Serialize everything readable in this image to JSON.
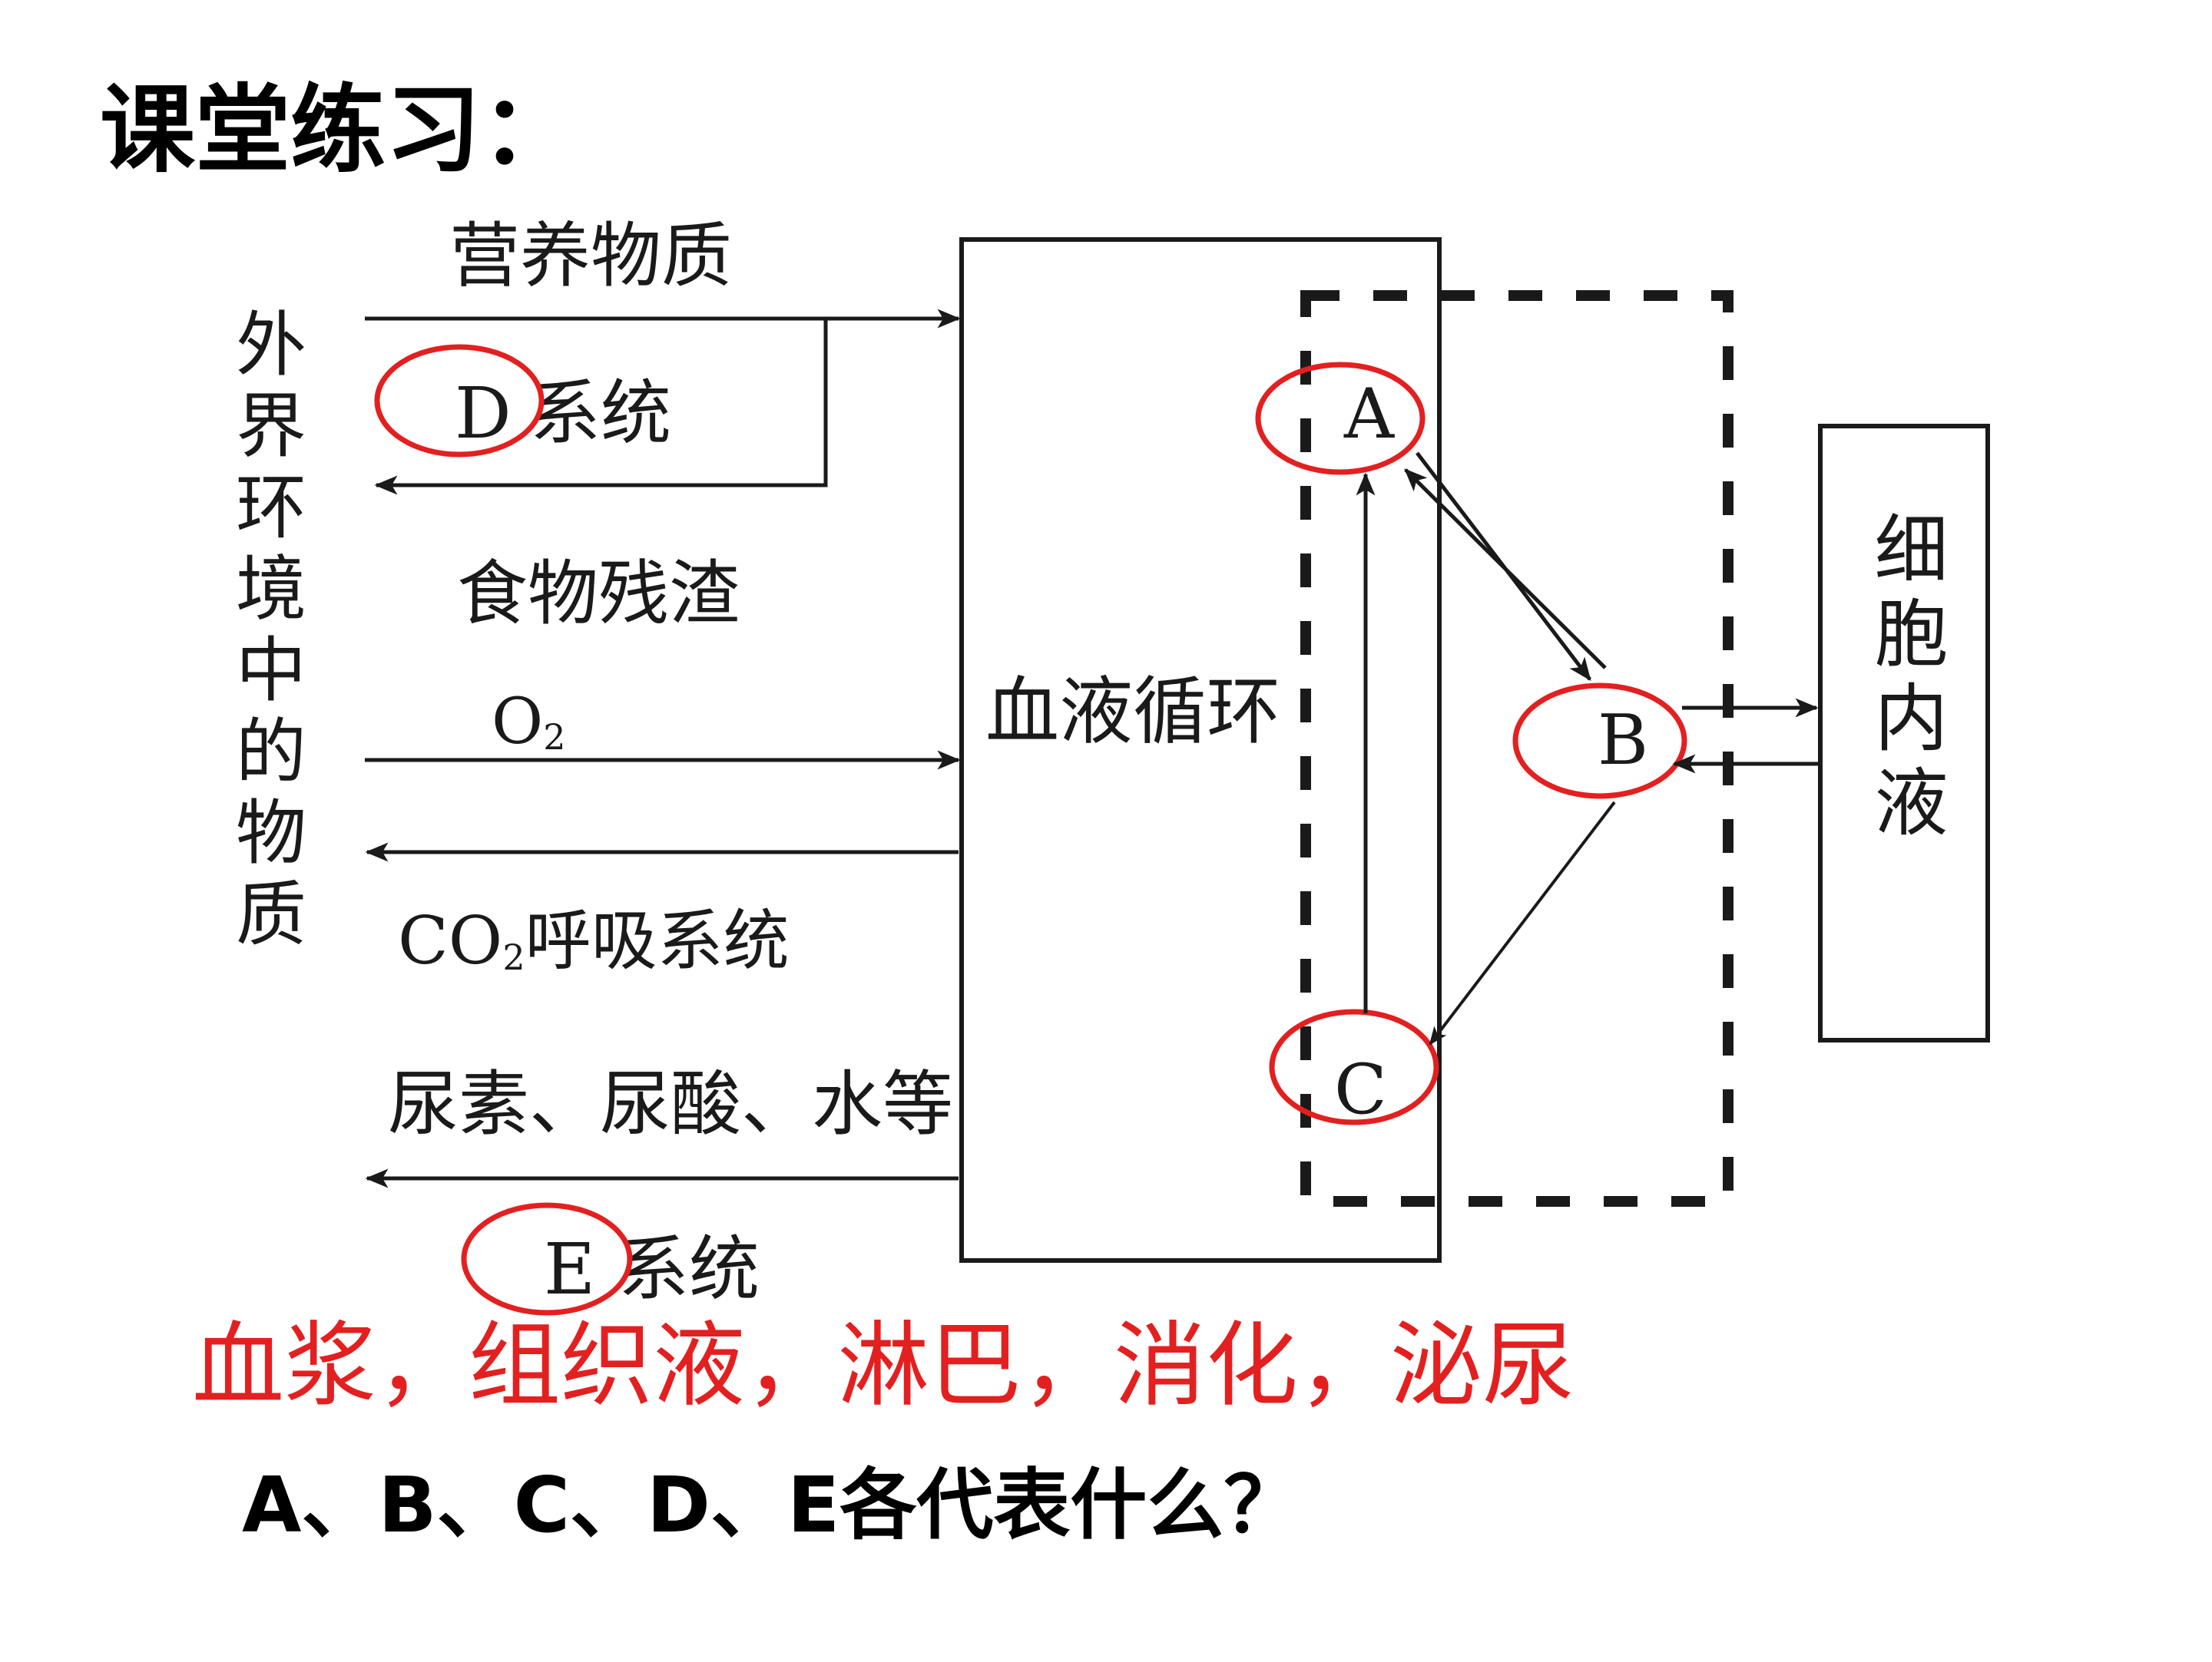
{
  "title": "课堂练习：",
  "diagram": {
    "external_label": "外界环境中的物质",
    "center_box": "血液循环",
    "cell_box": "细胞内液",
    "nutrients": "营养物质",
    "d_letter": "D",
    "d_suffix": "系统",
    "food_residue": "食物残渣",
    "o2_letter": "O",
    "o2_sub": "2",
    "co2_letter": "CO",
    "co2_sub": "2",
    "co2_suffix": "呼吸系统",
    "urea": "尿素、尿酸、水等",
    "e_letter": "E",
    "e_suffix": "系统",
    "node_a": "A",
    "node_b": "B",
    "node_c": "C"
  },
  "answer": "血浆，组织液，淋巴，消化，泌尿",
  "question": "A、B、C、D、E各代表什么？",
  "colors": {
    "ink": "#1a1a1a",
    "annotation": "#e32020"
  }
}
